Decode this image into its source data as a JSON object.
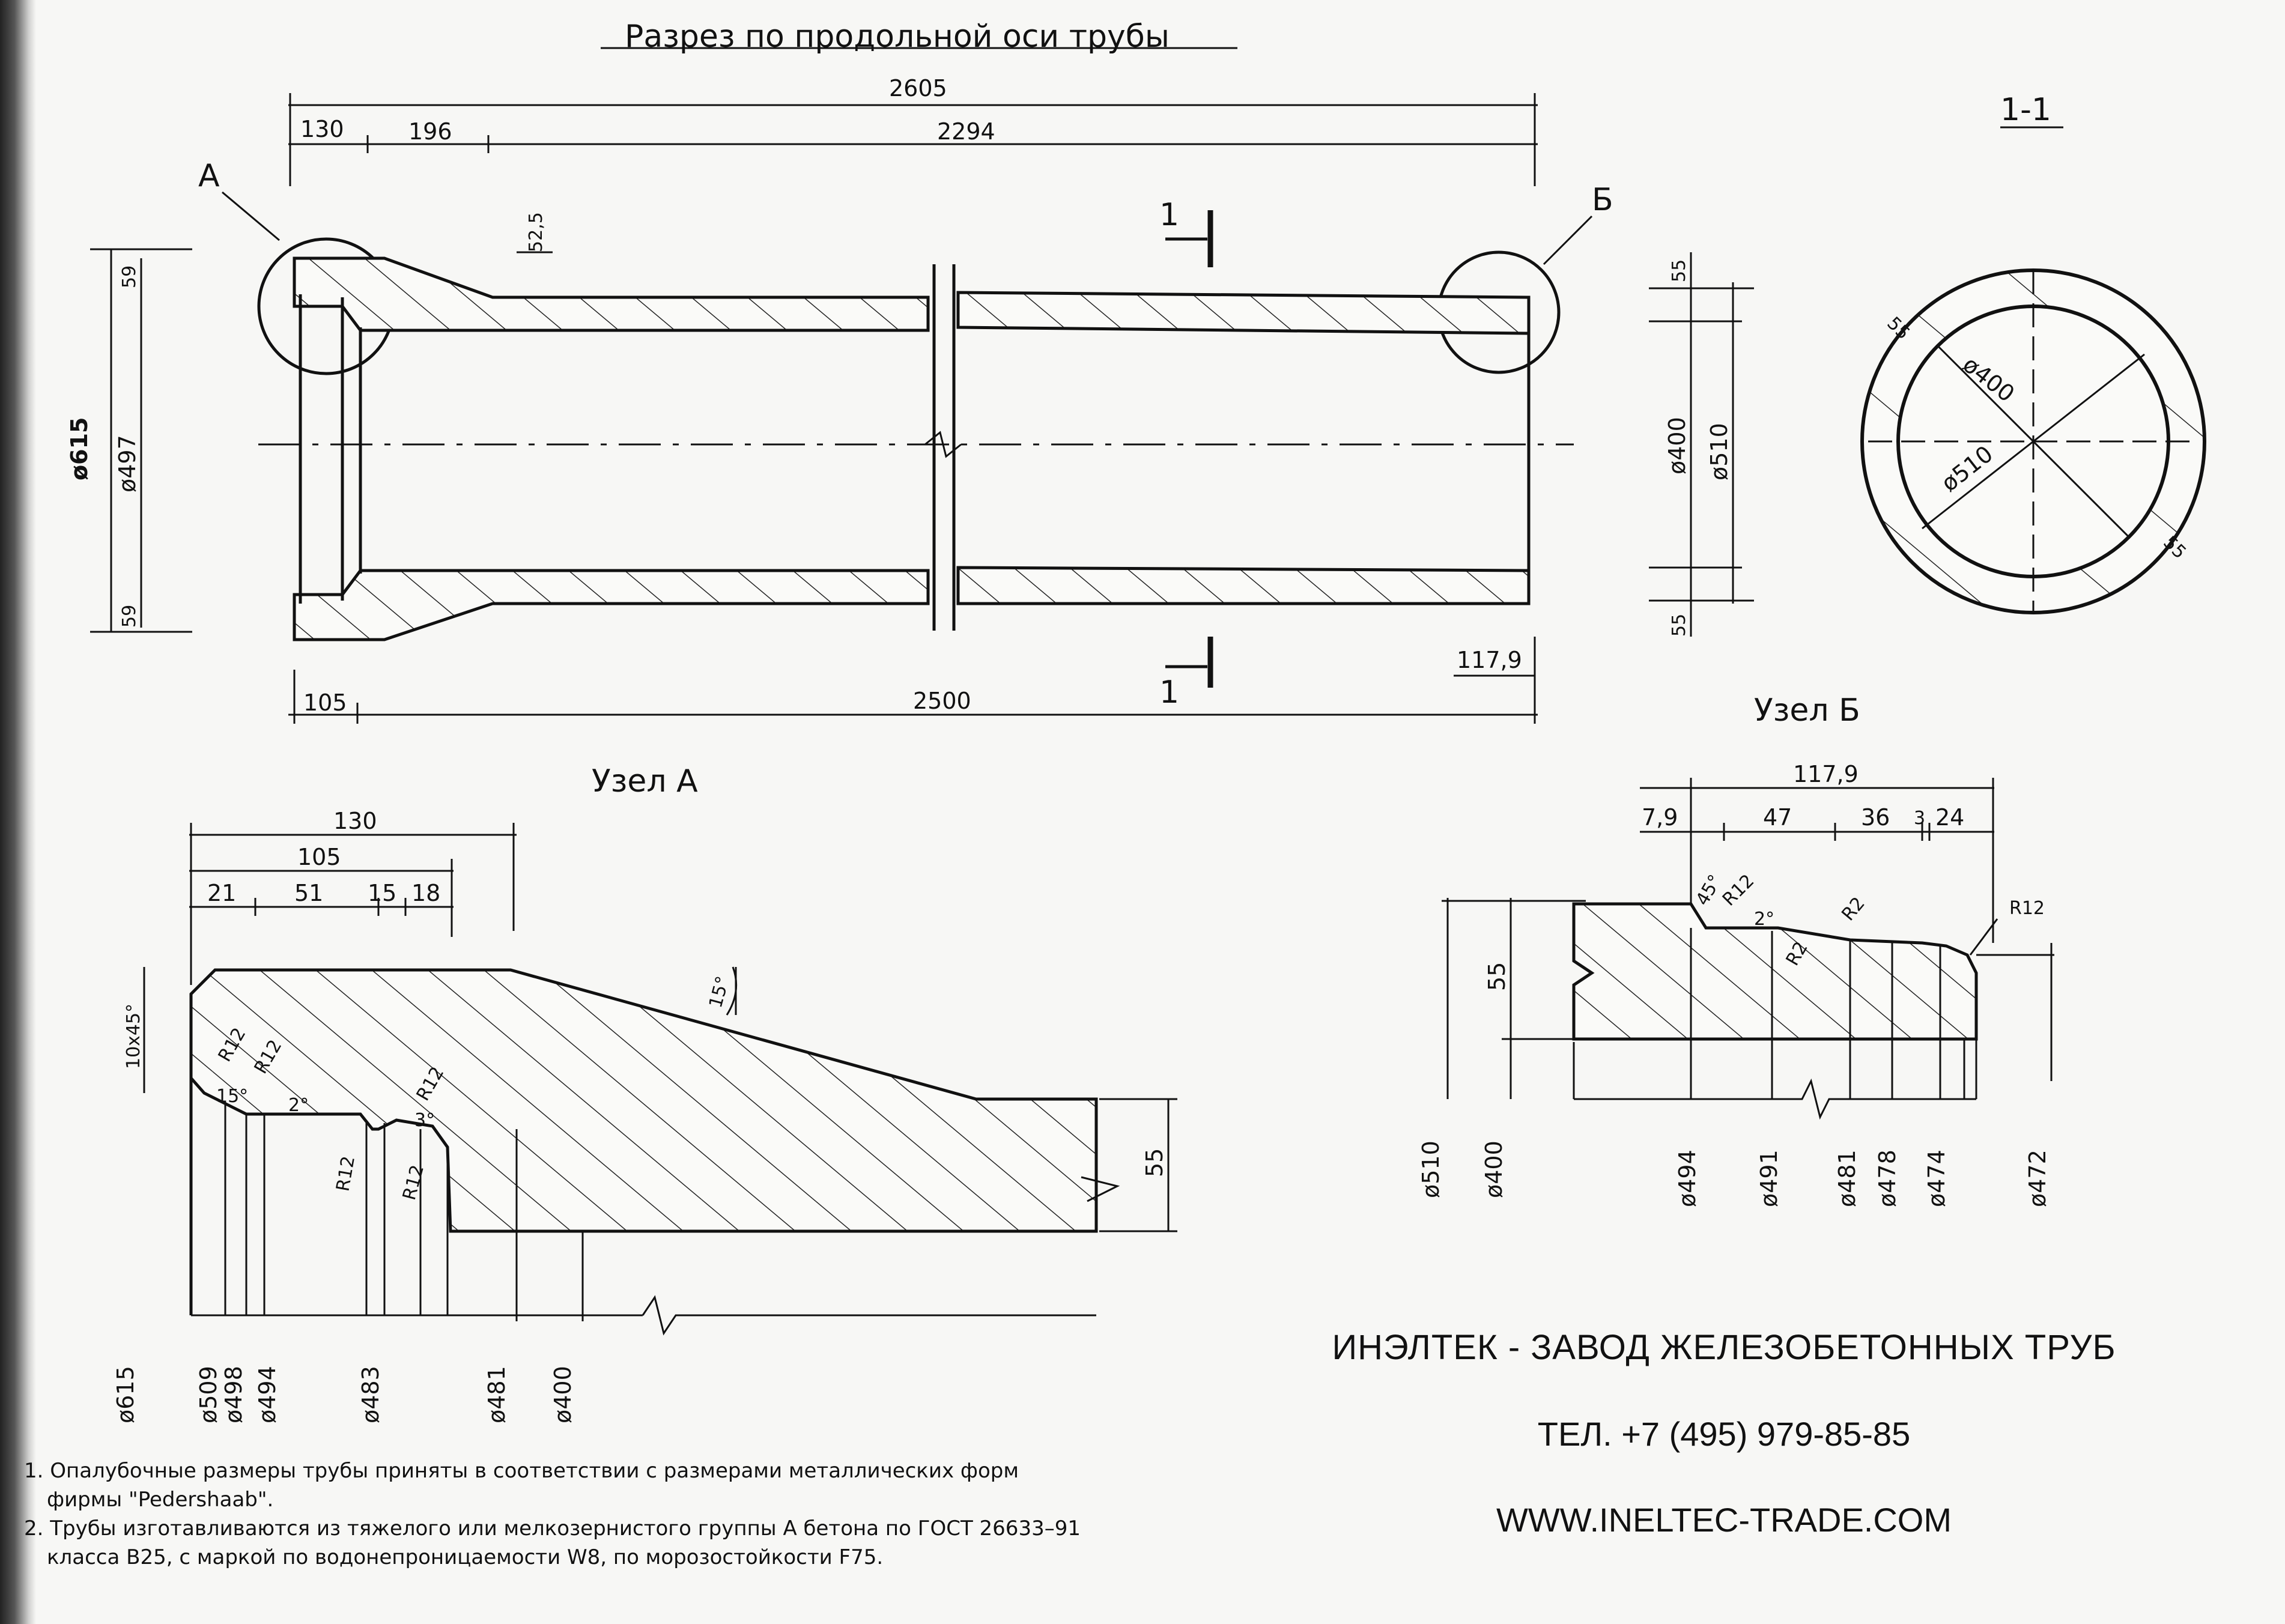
{
  "titles": {
    "main_section": "Разрез по продольной оси трубы",
    "section_1_1": "1-1",
    "node_a": "Узел А",
    "node_b": "Узел Б",
    "callout_a": "А",
    "callout_b": "Б",
    "cut_mark_top": "1",
    "cut_mark_bottom": "1"
  },
  "main_dims": {
    "total_length": "2605",
    "seg_130": "130",
    "seg_196": "196",
    "seg_2294": "2294",
    "bottom_105": "105",
    "bottom_2500": "2500",
    "right_1179": "117,9",
    "wall_525": "52,5",
    "d615": "ø615",
    "d497": "ø497",
    "top_59": "59",
    "bot_59": "59",
    "right_55_top": "55",
    "right_55_bot": "55",
    "d400": "ø400",
    "d510": "ø510"
  },
  "section_dims": {
    "d400": "ø400",
    "d510": "ø510",
    "w55_a": "55",
    "w55_b": "55"
  },
  "node_a_dims": {
    "top_130": "130",
    "top_105": "105",
    "d21": "21",
    "d51": "51",
    "d15": "15",
    "d18": "18",
    "chamfer": "10x45°",
    "angle_15_top": "15°",
    "angle_15": "15°",
    "angle_2": "2°",
    "angle_3": "3°",
    "r12_a": "R12",
    "r12_b": "R12",
    "r12_c": "R12",
    "r12_d": "R12",
    "r12_e": "R12",
    "wall_55": "55",
    "d615": "ø615",
    "d509": "ø509",
    "d498": "ø498",
    "d494": "ø494",
    "d483": "ø483",
    "d481": "ø481",
    "d400": "ø400"
  },
  "node_b_dims": {
    "top_1179": "117,9",
    "d79": "7,9",
    "d47": "47",
    "d36": "36",
    "d3": "3",
    "d24": "24",
    "angle_45": "45°",
    "angle_2": "2°",
    "r12_a": "R12",
    "r2_a": "R2",
    "r2_b": "R2",
    "r12_b": "R12",
    "wall_55": "55",
    "d510": "ø510",
    "d400": "ø400",
    "d494": "ø494",
    "d491": "ø491",
    "d481": "ø481",
    "d478": "ø478",
    "d474": "ø474",
    "d472": "ø472"
  },
  "company": {
    "name": "ИНЭЛТЕК - ЗАВОД ЖЕЛЕЗОБЕТОННЫХ ТРУБ",
    "phone": "ТЕЛ. +7 (495) 979-85-85",
    "website": "WWW.INELTEC-TRADE.COM"
  },
  "notes": {
    "n1_line1": "1. Опалубочные размеры трубы приняты в соответствии с размерами металлических форм",
    "n1_line2": "фирмы \"Pedershaab\".",
    "n2_line1": "2. Трубы изготавливаются из тяжелого или мелкозернистого группы А бетона по ГОСТ 26633–91",
    "n2_line2": "класса В25, с маркой по водонепроницаемости W8, по морозостойкости F75."
  }
}
